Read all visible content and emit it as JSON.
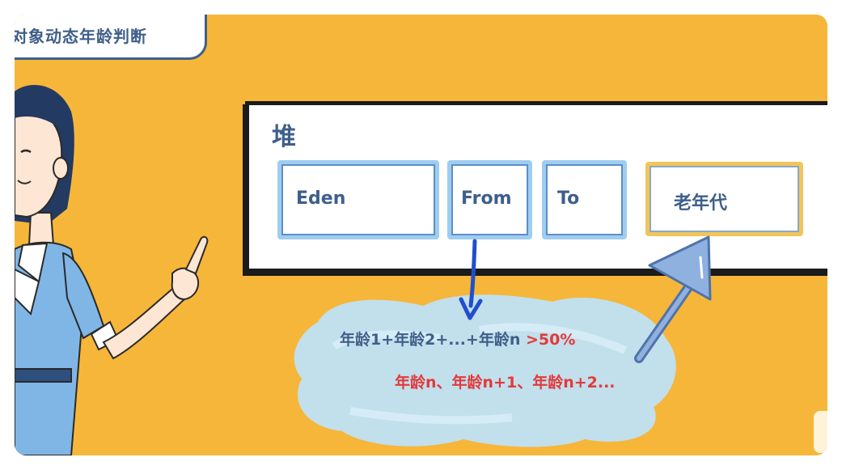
{
  "title": "对象动态年龄判断",
  "heap": {
    "label": "堆",
    "regions": {
      "eden": "Eden",
      "from": "From",
      "to": "To",
      "old": "老年代"
    }
  },
  "notes": {
    "line1_main": "年龄1+年龄2+...+年龄n",
    "line1_pct": " >50%",
    "line2": "年龄n、年龄n+1、年龄n+2..."
  },
  "colors": {
    "background": "#f6b63a",
    "accent_blue": "#3f5f8a",
    "accent_red": "#e33a3a",
    "region_border": "#9fcdf0",
    "old_border": "#f2c55a"
  }
}
